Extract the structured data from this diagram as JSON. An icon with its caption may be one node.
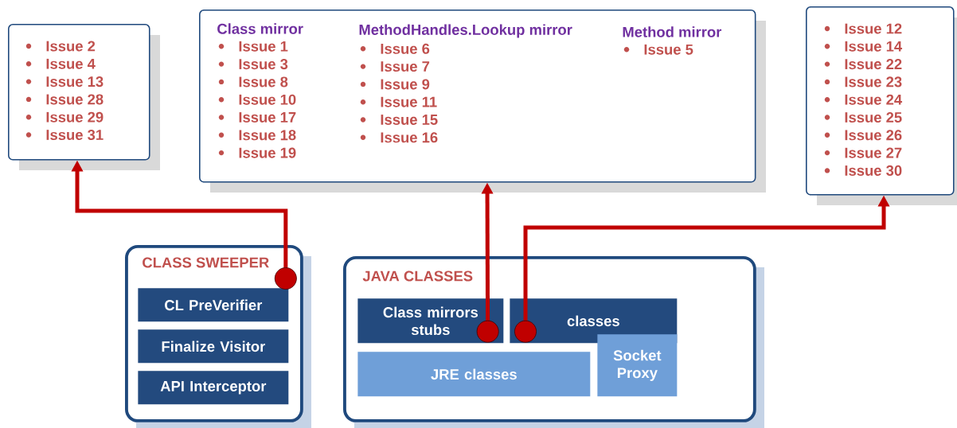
{
  "diagram": {
    "nodes": [
      {
        "text": [
          "Issue 2",
          "Issue 4",
          "Issue 13",
          "Issue 28",
          "Issue 29",
          "Issue 31"
        ]
      },
      {
        "text": [
          "Class mirror",
          "Issue 1",
          "Issue 3",
          "Issue 8",
          "Issue 10",
          "Issue 17",
          "Issue 18",
          "Issue 19",
          "MethodHandles.Lookup mirror",
          "Issue 6",
          "Issue 7",
          "Issue 9",
          "Issue 11",
          "Issue 15",
          "Issue 16",
          "Method mirror",
          "Issue 5"
        ]
      },
      {
        "text": [
          "Issue 12",
          "Issue 14",
          "Issue 22",
          "Issue 23",
          "Issue 24",
          "Issue 25",
          "Issue 26",
          "Issue 27",
          "Issue 30"
        ]
      },
      {
        "text": [
          "CLASS SWEEPER"
        ]
      },
      {
        "text": [
          "CL PreVerifier"
        ],
        "in": 3
      },
      {
        "text": [
          "Finalize Visitor"
        ],
        "in": 3
      },
      {
        "text": [
          "API Interceptor"
        ],
        "in": 3
      },
      {
        "text": [
          "JAVA CLASSES"
        ]
      },
      {
        "text": [
          "Class mirrors stubs"
        ],
        "in": 7
      },
      {
        "text": [
          "classes"
        ],
        "in": 7
      },
      {
        "text": [
          "JRE classes"
        ],
        "in": 7
      },
      {
        "text": [
          "Socket Proxy"
        ],
        "in": 7
      }
    ],
    "edges": [
      {
        "from": 3,
        "to": 0,
        "arrow": "to"
      },
      {
        "from": 8,
        "to": 1,
        "arrow": "to"
      },
      {
        "from": 9,
        "to": 2,
        "arrow": "to"
      }
    ]
  }
}
